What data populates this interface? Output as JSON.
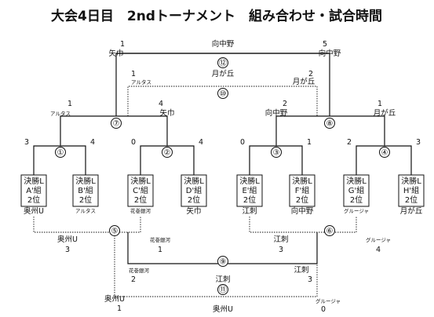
{
  "title": "大会4日目　2ndトーナメント　組み合わせ・試合時間",
  "seeds": [
    {
      "group": "A",
      "line1": "決勝L",
      "line2": "A'組",
      "line3": "2位",
      "team": "奥州U"
    },
    {
      "group": "B",
      "line1": "決勝L",
      "line2": "B'組",
      "line3": "2位",
      "team": "アルタス"
    },
    {
      "group": "C",
      "line1": "決勝L",
      "line2": "C'組",
      "line3": "2位",
      "team": "花巻銀河"
    },
    {
      "group": "D",
      "line1": "決勝L",
      "line2": "D'組",
      "line3": "2位",
      "team": "矢巾"
    },
    {
      "group": "E",
      "line1": "決勝L",
      "line2": "E'組",
      "line3": "2位",
      "team": "江刺"
    },
    {
      "group": "F",
      "line1": "決勝L",
      "line2": "F'組",
      "line3": "2位",
      "team": "向中野"
    },
    {
      "group": "G",
      "line1": "決勝L",
      "line2": "G'組",
      "line3": "2位",
      "team": "グルージャ"
    },
    {
      "group": "H",
      "line1": "決勝L",
      "line2": "H'組",
      "line3": "2位",
      "team": "月が丘"
    }
  ],
  "first_round": [
    {
      "match": "①",
      "left_score": "3",
      "right_score": "4"
    },
    {
      "match": "②",
      "left_score": "0",
      "right_score": "4"
    },
    {
      "match": "③",
      "left_score": "0",
      "right_score": "1"
    },
    {
      "match": "④",
      "left_score": "2",
      "right_score": "3"
    }
  ],
  "semifinals": [
    {
      "match": "⑦",
      "left_team": "アルタス",
      "left_score": "1",
      "right_team": "矢巾",
      "right_score": "4"
    },
    {
      "match": "⑧",
      "left_team": "向中野",
      "left_score": "2",
      "right_team": "月が丘",
      "right_score": "1"
    }
  ],
  "final": {
    "match": "⑫",
    "left_team": "矢巾",
    "left_score": "1",
    "right_team": "向中野",
    "right_score": "5"
  },
  "third_place": {
    "match": "⑩",
    "left_team": "アルタス",
    "left_score": "1",
    "right_team": "月が丘",
    "right_score": "2"
  },
  "consolation_semis": [
    {
      "match": "⑤",
      "left_team": "奥州U",
      "left_score": "3",
      "right_team": "花巻銀河",
      "right_score": "1"
    },
    {
      "match": "⑥",
      "left_team": "江刺",
      "left_score": "3",
      "right_team": "グルージャ",
      "right_score": "4"
    }
  ],
  "consolation_final": {
    "match": "⑨",
    "left_team": "花巻銀河",
    "left_score": "2",
    "right_team": "江刺",
    "right_score": "3"
  },
  "consolation_third": {
    "match": "⑪",
    "left_team": "奥州U",
    "left_score": "1",
    "right_team": "グルージャ",
    "right_score": "0"
  },
  "center_team": "向中野",
  "bottom_center_team": "奥州U",
  "mid_center_team": "江刺",
  "upper_center_team": "月が丘"
}
